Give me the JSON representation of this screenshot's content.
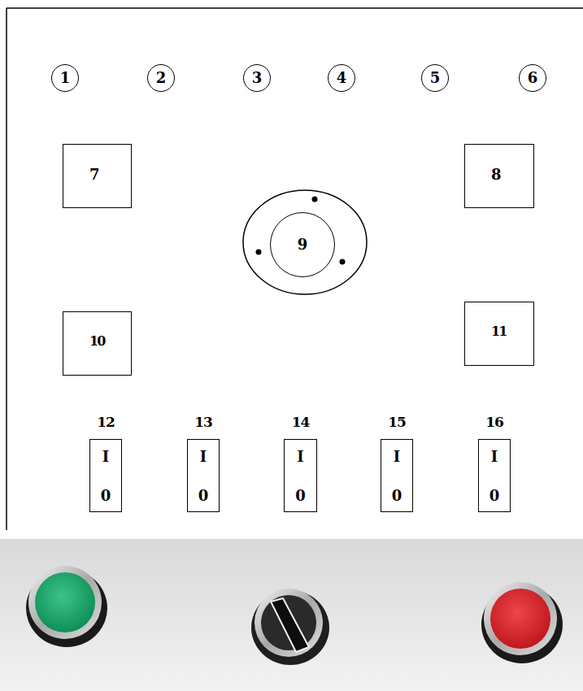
{
  "diagram": {
    "nodes": [
      {
        "text": [
          "1"
        ]
      },
      {
        "text": [
          "2"
        ]
      },
      {
        "text": [
          "3"
        ]
      },
      {
        "text": [
          "4"
        ]
      },
      {
        "text": [
          "5"
        ]
      },
      {
        "text": [
          "6"
        ]
      },
      {
        "text": [
          "7"
        ]
      },
      {
        "text": [
          "8"
        ]
      },
      {
        "text": [
          "9"
        ]
      },
      {
        "text": [
          "10"
        ]
      },
      {
        "text": [
          "11"
        ]
      },
      {
        "text": [
          "12",
          "I",
          "0"
        ]
      },
      {
        "text": [
          "13",
          "I",
          "0"
        ]
      },
      {
        "text": [
          "14",
          "I",
          "0"
        ]
      },
      {
        "text": [
          "15",
          "I",
          "0"
        ]
      },
      {
        "text": [
          "16",
          "I",
          "0"
        ]
      }
    ]
  }
}
